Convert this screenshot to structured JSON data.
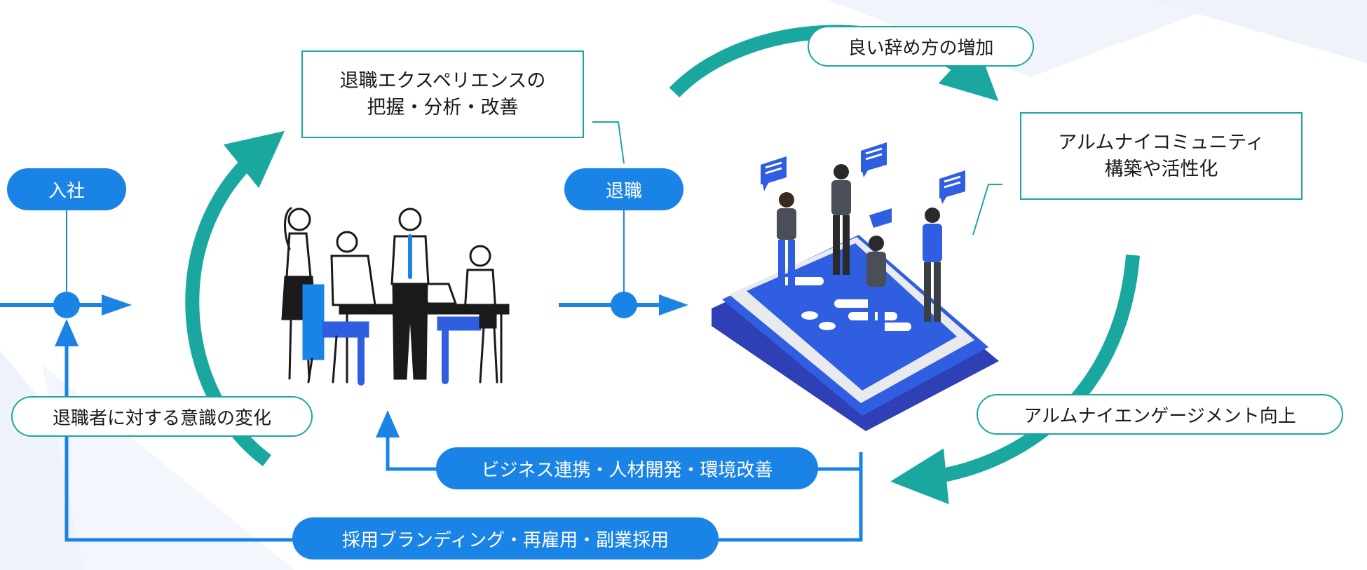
{
  "nodes": {
    "join": "入社",
    "leave": "退職"
  },
  "cards": {
    "exit_experience": {
      "line1": "退職エクスペリエンスの",
      "line2": "把握・分析・改善"
    },
    "alumni_community": {
      "line1": "アルムナイコミュニティ",
      "line2": "構築や活性化"
    }
  },
  "labels": {
    "better_resignations": "良い辞め方の増加",
    "alumni_engagement": "アルムナイエンゲージメント向上",
    "perception_change": "退職者に対する意識の変化"
  },
  "feedback": {
    "business_collab": "ビジネス連携・人材開発・環境改善",
    "recruiting": "採用ブランディング・再雇用・副業採用"
  },
  "illustrations": {
    "team_meeting": "team-meeting-illustration",
    "alumni_app": "alumni-smartphone-illustration"
  },
  "colors": {
    "blue": "#1a84e6",
    "teal": "#1aa7a0",
    "dark": "#1a1a1a",
    "phone_blue": "#2f5fe0"
  }
}
